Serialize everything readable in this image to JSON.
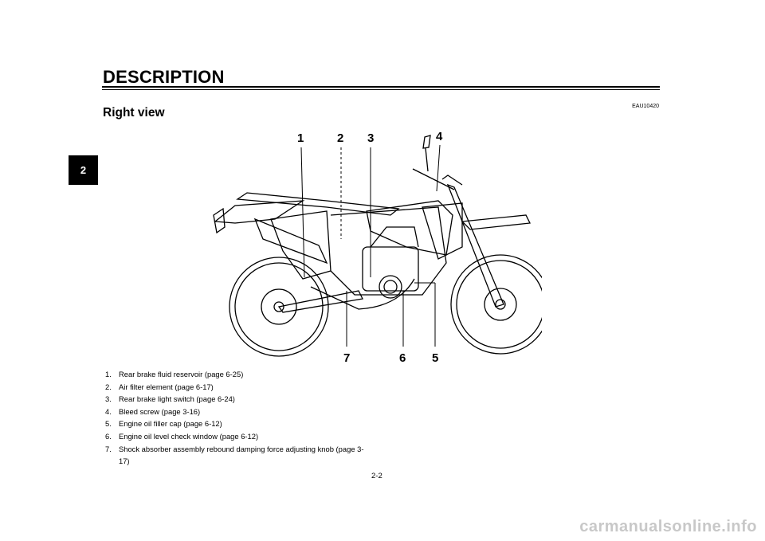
{
  "header": {
    "title": "DESCRIPTION",
    "chapter_tab": "2",
    "ref_code": "EAU10420"
  },
  "section": {
    "title": "Right view"
  },
  "callouts": [
    "1",
    "2",
    "3",
    "4",
    "5",
    "6",
    "7"
  ],
  "parts": [
    {
      "num": "1.",
      "text": "Rear brake fluid reservoir (page 6-25)"
    },
    {
      "num": "2.",
      "text": "Air filter element (page 6-17)"
    },
    {
      "num": "3.",
      "text": "Rear brake light switch (page 6-24)"
    },
    {
      "num": "4.",
      "text": "Bleed screw (page 3-16)"
    },
    {
      "num": "5.",
      "text": "Engine oil filler cap (page 6-12)"
    },
    {
      "num": "6.",
      "text": "Engine oil level check window (page 6-12)"
    },
    {
      "num": "7.",
      "text": "Shock absorber assembly rebound damping force adjusting knob (page 3-17)"
    }
  ],
  "footer": {
    "page_number": "2-2",
    "watermark": "carmanualsonline.info"
  },
  "icons": {
    "illustration": "motorcycle-right-view-illustration"
  }
}
